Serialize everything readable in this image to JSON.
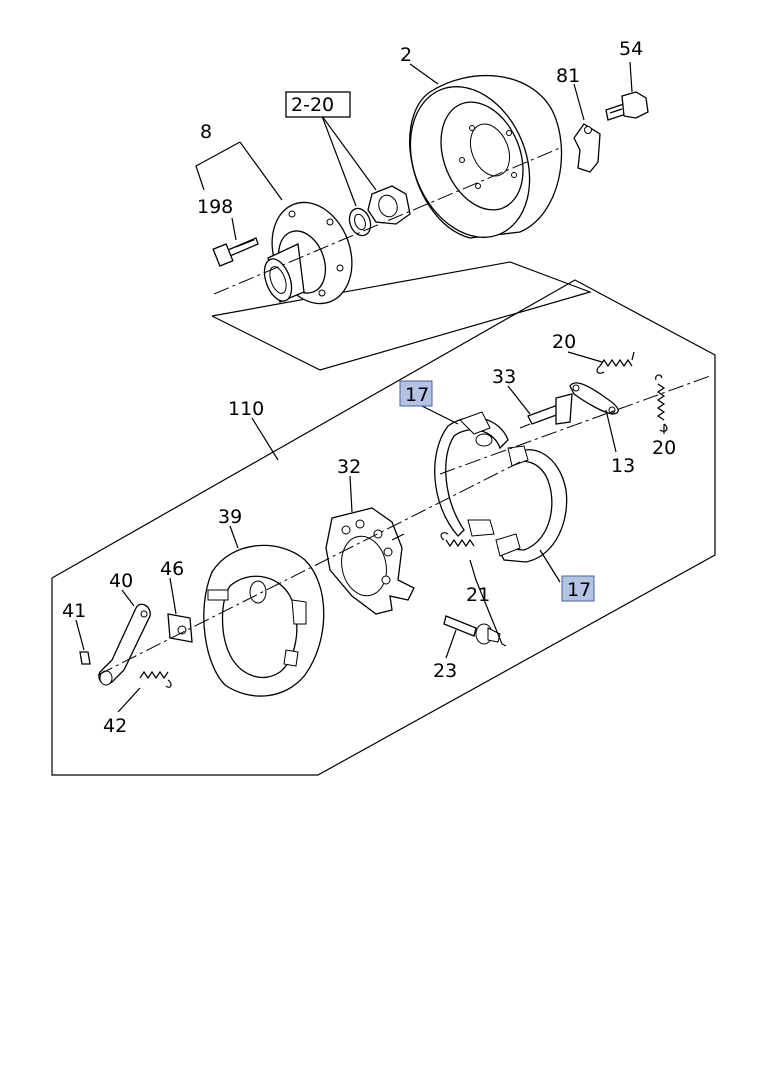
{
  "diagram": {
    "labels": {
      "l2": "2",
      "l54": "54",
      "l81": "81",
      "l2_20": "2-20",
      "l8": "8",
      "l198": "198",
      "l110": "110",
      "l20a": "20",
      "l33": "33",
      "l17a": "17",
      "l32": "32",
      "l13": "13",
      "l20b": "20",
      "l39": "39",
      "l40": "40",
      "l46": "46",
      "l41": "41",
      "l21": "21",
      "l17b": "17",
      "l23": "23",
      "l42": "42"
    },
    "colors": {
      "highlight_fill": "#b4c3e3",
      "highlight_border": "#4b5fa0",
      "line": "#000000",
      "background": "#ffffff"
    }
  }
}
